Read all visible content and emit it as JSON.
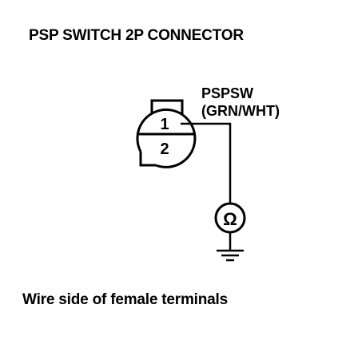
{
  "title": "PSP SWITCH 2P CONNECTOR",
  "wire": {
    "name": "PSPSW",
    "color": "(GRN/WHT)"
  },
  "terminals": [
    {
      "number": "1"
    },
    {
      "number": "2"
    }
  ],
  "meter": {
    "symbol": "Ω",
    "icon": "ohmmeter-icon"
  },
  "ground": {
    "icon": "ground-icon"
  },
  "caption": "Wire side of female terminals"
}
